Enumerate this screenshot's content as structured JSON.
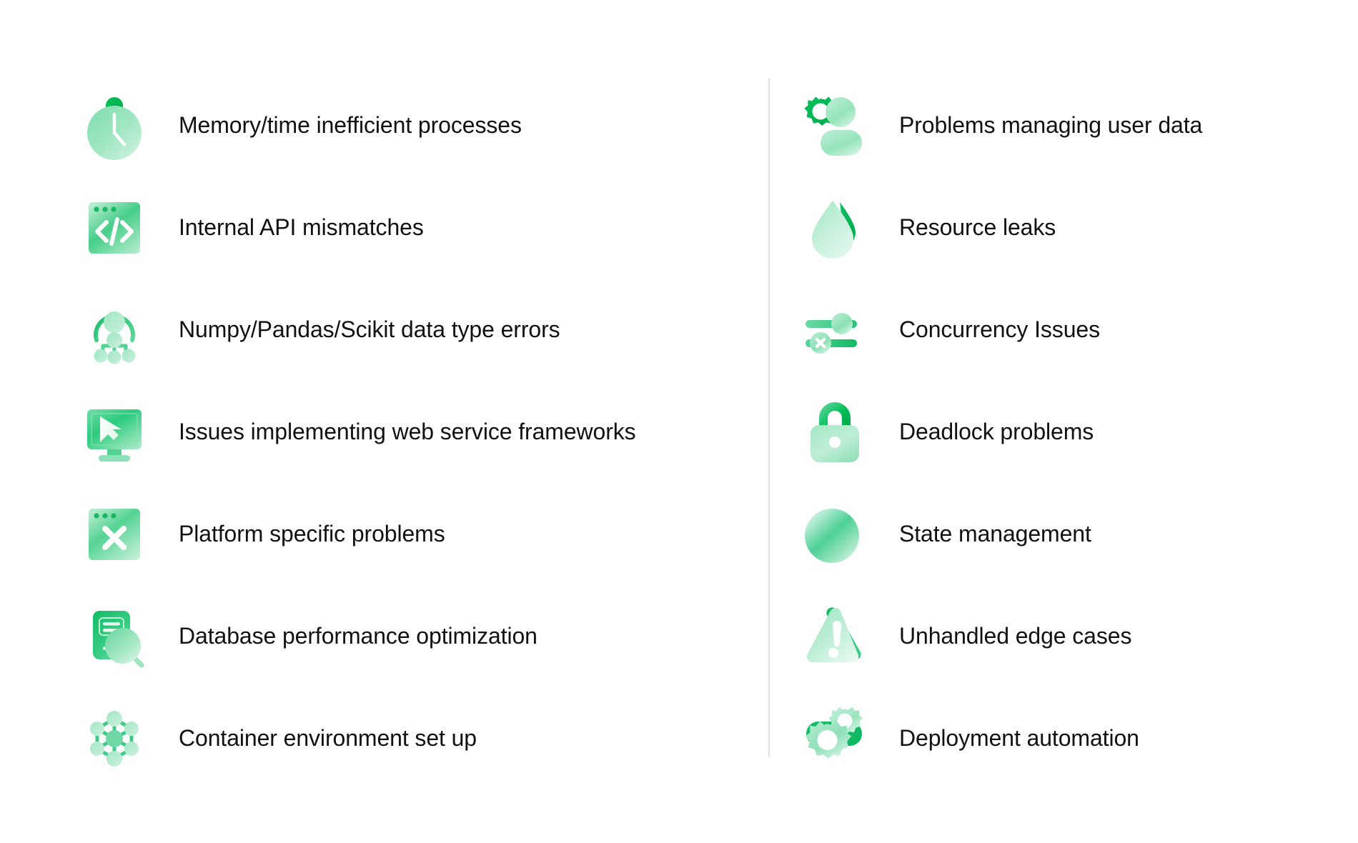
{
  "palette": {
    "brand_dark": "#00b24f",
    "brand_mid": "#35cc7c",
    "brand_light": "#a8e8c4",
    "brand_pale": "#d6f3e3",
    "text": "#111111",
    "divider": "#e3e3e3",
    "background": "#ffffff"
  },
  "left_column": {
    "items": [
      {
        "icon": "clock-icon",
        "label": "Memory/time inefficient processes"
      },
      {
        "icon": "code-window-icon",
        "label": "Internal API mismatches"
      },
      {
        "icon": "data-hierarchy-icon",
        "label": "Numpy/Pandas/Scikit data type errors"
      },
      {
        "icon": "monitor-cursor-icon",
        "label": "Issues implementing web service frameworks"
      },
      {
        "icon": "window-error-icon",
        "label": "Platform specific problems"
      },
      {
        "icon": "database-search-icon",
        "label": "Database performance optimization"
      },
      {
        "icon": "container-network-icon",
        "label": "Container environment set up"
      }
    ]
  },
  "right_column": {
    "items": [
      {
        "icon": "user-gear-icon",
        "label": "Problems managing user data"
      },
      {
        "icon": "droplet-icon",
        "label": "Resource leaks"
      },
      {
        "icon": "sliders-icon",
        "label": "Concurrency Issues"
      },
      {
        "icon": "lock-icon",
        "label": "Deadlock problems"
      },
      {
        "icon": "pie-chart-icon",
        "label": "State management"
      },
      {
        "icon": "warning-triangle-icon",
        "label": "Unhandled edge cases"
      },
      {
        "icon": "gears-icon",
        "label": "Deployment automation"
      }
    ]
  }
}
